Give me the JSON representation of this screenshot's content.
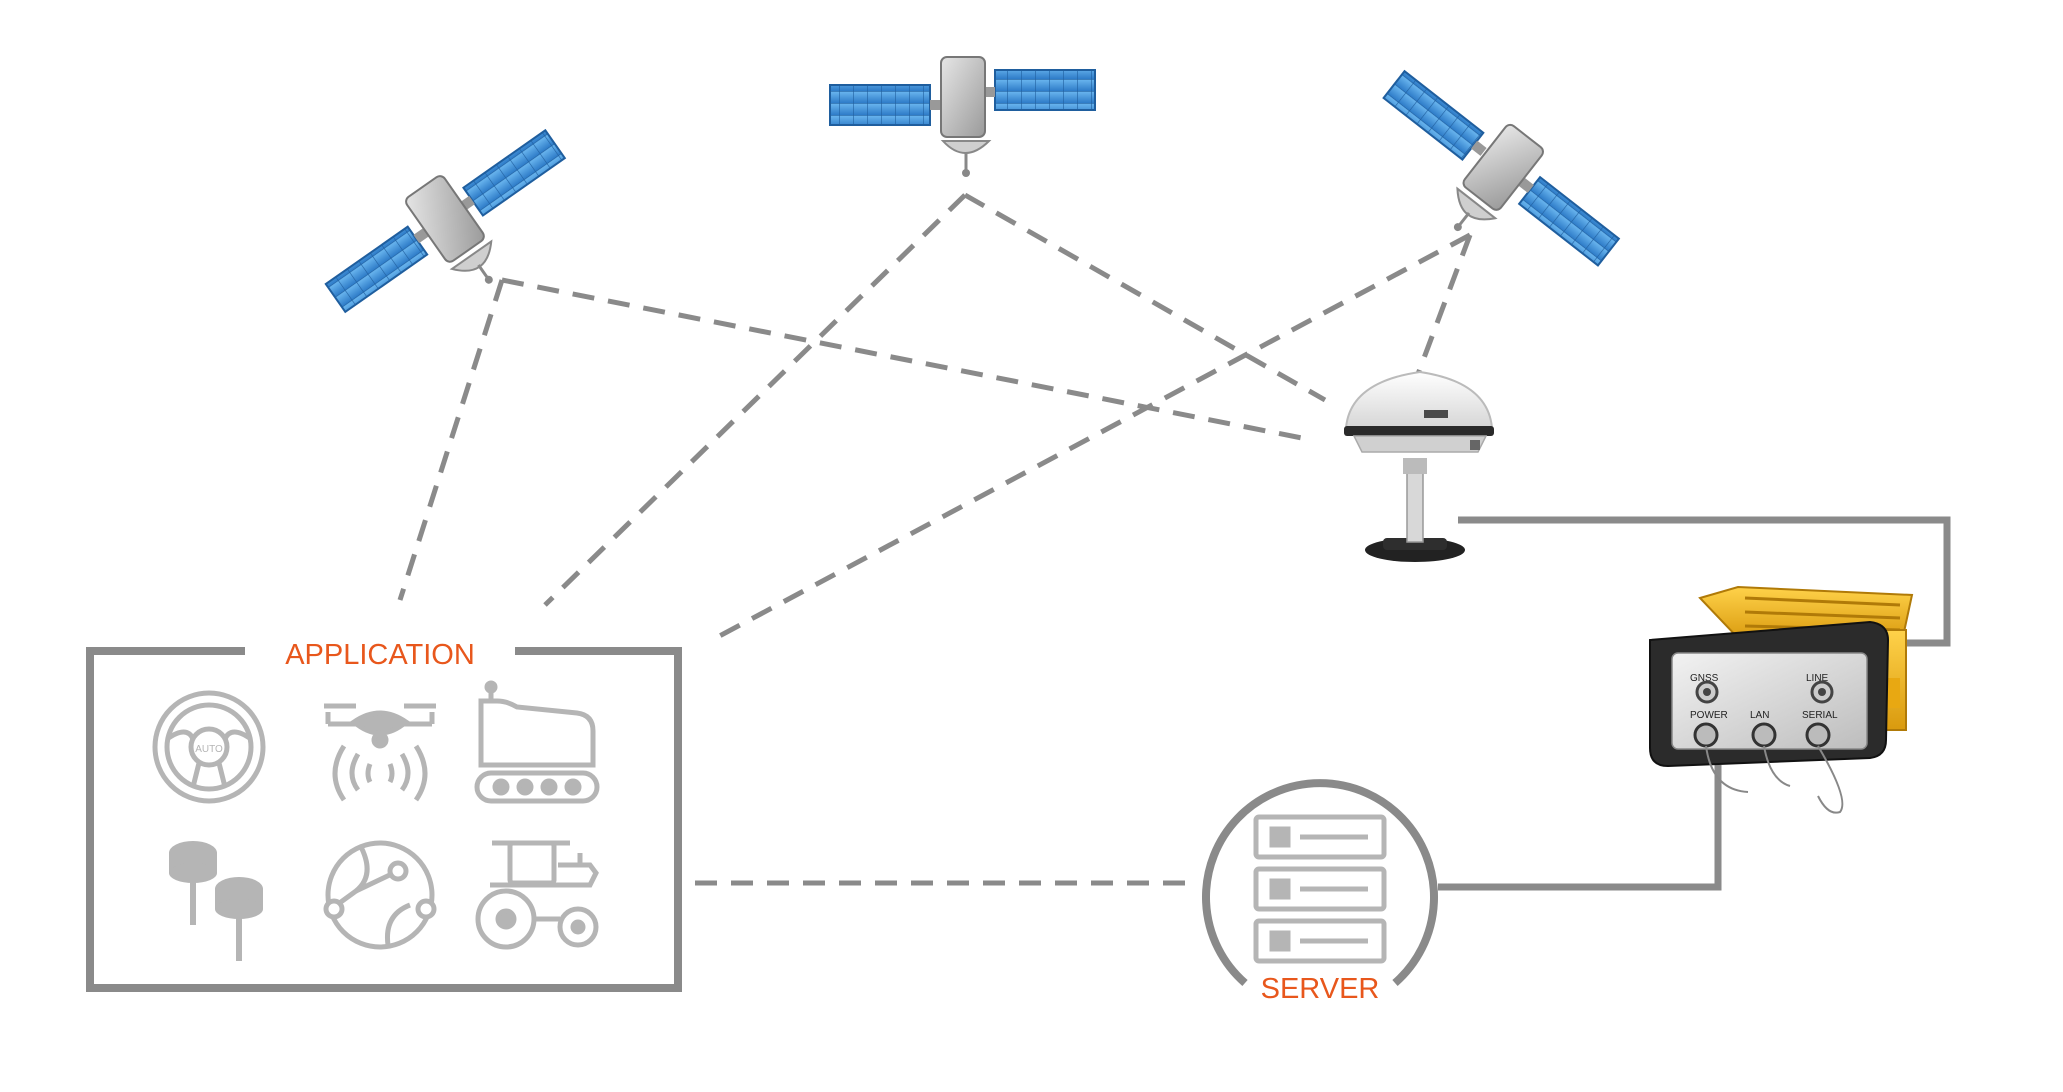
{
  "labels": {
    "application": "APPLICATION",
    "server": "SERVER"
  },
  "receiver_ports": {
    "top_left": "GNSS",
    "top_right": "LINE",
    "bottom_left": "POWER",
    "bottom_center": "LAN",
    "bottom_right": "SERIAL"
  },
  "application_icons": [
    "auto-steering-wheel-icon",
    "drone-icon",
    "crawler-vehicle-icon",
    "gnss-antenna-pair-icon",
    "network-globe-icon",
    "tractor-icon"
  ],
  "colors": {
    "label_orange": "#e8571c",
    "line_gray": "#8a8a8a",
    "icon_gray": "#b5b5b5",
    "solar_panel_blue": "#3d8fd8",
    "receiver_yellow": "#f2b21c"
  }
}
